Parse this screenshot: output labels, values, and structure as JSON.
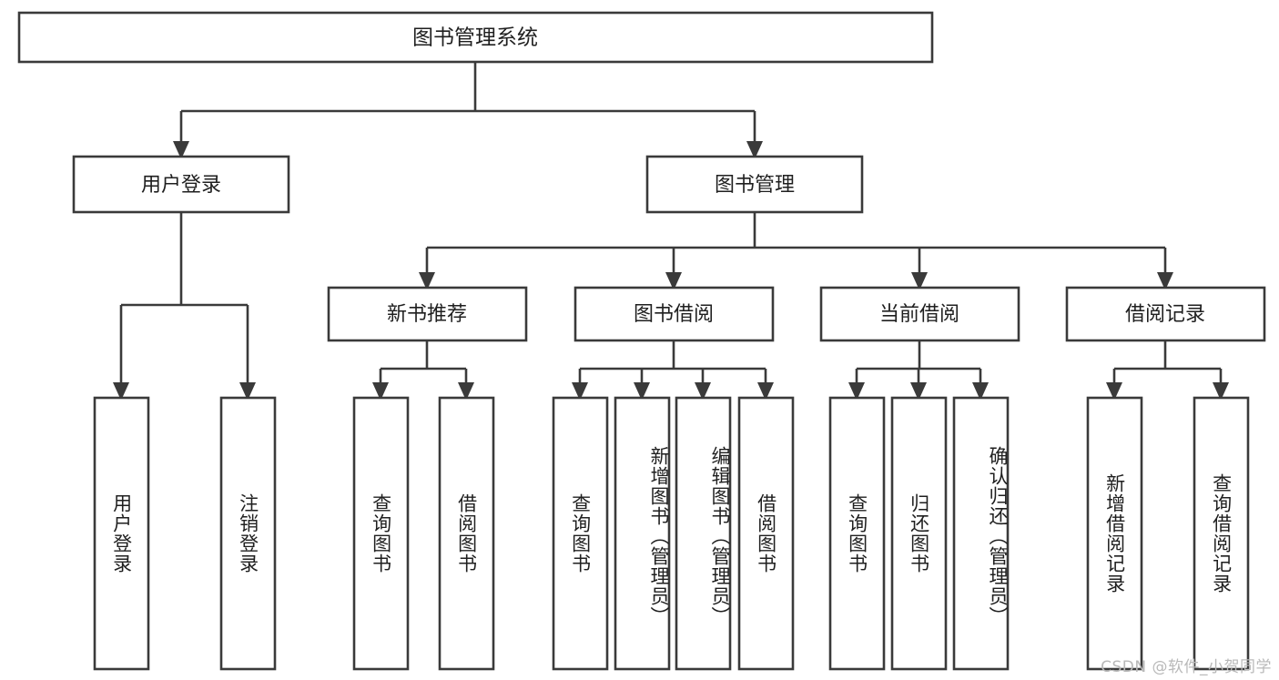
{
  "diagram": {
    "type": "tree",
    "title": "图书管理系统",
    "orientation": "top-down",
    "colors": {
      "box_fill": "#ffffff",
      "box_stroke": "#3a3a3a",
      "connector": "#3a3a3a",
      "text": "#1f1f1f",
      "watermark": "#b9b9b9",
      "background": "#ffffff"
    },
    "root": {
      "label": "图书管理系统"
    },
    "level2": [
      {
        "label": "用户登录"
      },
      {
        "label": "图书管理"
      }
    ],
    "level3": [
      {
        "label": "新书推荐"
      },
      {
        "label": "图书借阅"
      },
      {
        "label": "当前借阅"
      },
      {
        "label": "借阅记录"
      }
    ],
    "leaves": {
      "user_login": [
        {
          "label": "用户登录"
        },
        {
          "label": "注销登录"
        }
      ],
      "new_book": [
        {
          "label": "查询图书"
        },
        {
          "label": "借阅图书"
        }
      ],
      "book_borrow": [
        {
          "label": "查询图书"
        },
        {
          "label": "新增图书（管理员）"
        },
        {
          "label": "编辑图书（管理员）"
        },
        {
          "label": "借阅图书"
        }
      ],
      "current_borrow": [
        {
          "label": "查询图书"
        },
        {
          "label": "归还图书"
        },
        {
          "label": "确认归还（管理员）"
        }
      ],
      "borrow_record": [
        {
          "label": "新增借阅记录"
        },
        {
          "label": "查询借阅记录"
        }
      ]
    }
  },
  "watermark": {
    "text": "CSDN @软件_小贺同学"
  }
}
